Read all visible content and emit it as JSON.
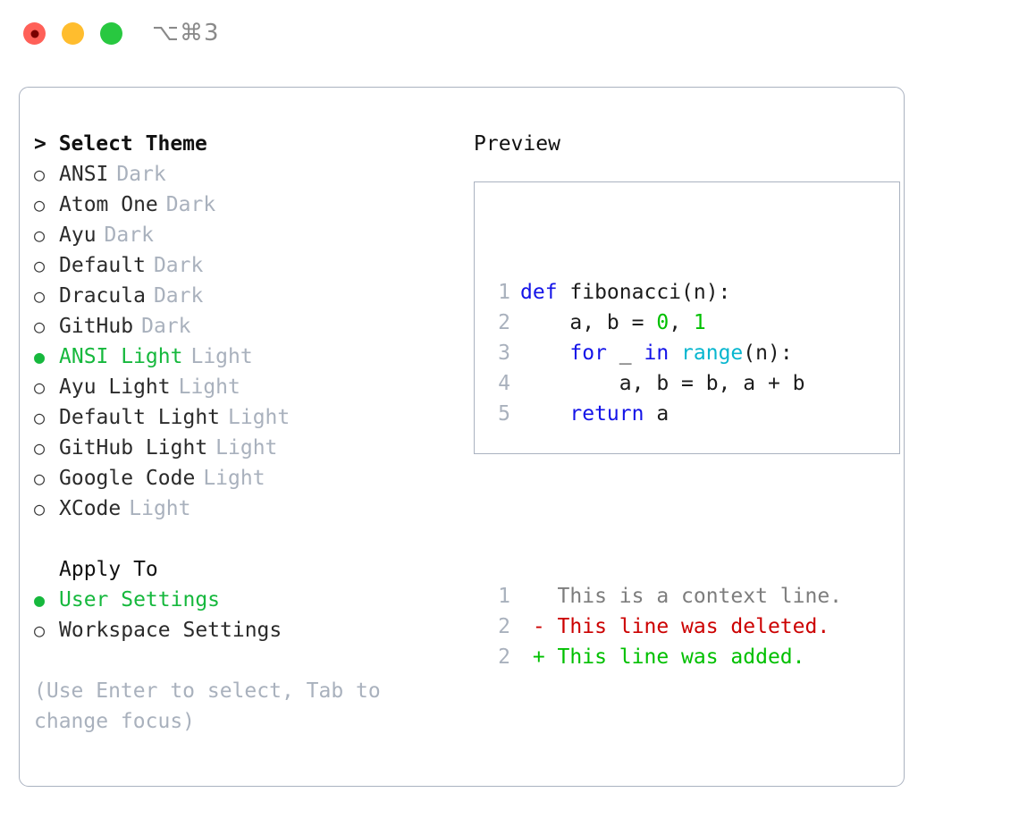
{
  "titlebar": {
    "buttons": [
      {
        "name": "close-button",
        "color": "#ff6058"
      },
      {
        "name": "minimize-button",
        "color": "#ffbd2e"
      },
      {
        "name": "maximize-button",
        "color": "#28c840"
      }
    ],
    "shortcut": "⌥⌘3"
  },
  "theme_picker": {
    "heading": "> Select Theme",
    "options": [
      {
        "bullet": "○",
        "name": "ANSI",
        "mode": "Dark",
        "selected": false
      },
      {
        "bullet": "○",
        "name": "Atom One",
        "mode": "Dark",
        "selected": false
      },
      {
        "bullet": "○",
        "name": "Ayu",
        "mode": "Dark",
        "selected": false
      },
      {
        "bullet": "○",
        "name": "Default",
        "mode": "Dark",
        "selected": false
      },
      {
        "bullet": "○",
        "name": "Dracula",
        "mode": "Dark",
        "selected": false
      },
      {
        "bullet": "○",
        "name": "GitHub",
        "mode": "Dark",
        "selected": false
      },
      {
        "bullet": "●",
        "name": "ANSI Light",
        "mode": "Light",
        "selected": true
      },
      {
        "bullet": "○",
        "name": "Ayu Light",
        "mode": "Light",
        "selected": false
      },
      {
        "bullet": "○",
        "name": "Default Light",
        "mode": "Light",
        "selected": false
      },
      {
        "bullet": "○",
        "name": "GitHub Light",
        "mode": "Light",
        "selected": false
      },
      {
        "bullet": "○",
        "name": "Google Code",
        "mode": "Light",
        "selected": false
      },
      {
        "bullet": "○",
        "name": "XCode",
        "mode": "Light",
        "selected": false
      }
    ]
  },
  "apply_to": {
    "heading": "Apply To",
    "options": [
      {
        "bullet": "●",
        "name": "User Settings",
        "selected": true
      },
      {
        "bullet": "○",
        "name": "Workspace Settings",
        "selected": false
      }
    ]
  },
  "hint": "(Use Enter to select, Tab to change focus)",
  "preview": {
    "heading": "Preview",
    "code_lines": [
      {
        "num": "1",
        "tokens": [
          {
            "t": "def",
            "c": "kw"
          },
          {
            "t": " fibonacci(n):",
            "c": "plain"
          }
        ]
      },
      {
        "num": "2",
        "tokens": [
          {
            "t": "    a, b = ",
            "c": "plain"
          },
          {
            "t": "0",
            "c": "num"
          },
          {
            "t": ", ",
            "c": "plain"
          },
          {
            "t": "1",
            "c": "num"
          }
        ]
      },
      {
        "num": "3",
        "tokens": [
          {
            "t": "    ",
            "c": "plain"
          },
          {
            "t": "for",
            "c": "kw"
          },
          {
            "t": " _ ",
            "c": "plain"
          },
          {
            "t": "in",
            "c": "kw"
          },
          {
            "t": " ",
            "c": "plain"
          },
          {
            "t": "range",
            "c": "fn"
          },
          {
            "t": "(n):",
            "c": "plain"
          }
        ]
      },
      {
        "num": "4",
        "tokens": [
          {
            "t": "        a, b = b, a + b",
            "c": "plain"
          }
        ]
      },
      {
        "num": "5",
        "tokens": [
          {
            "t": "    ",
            "c": "plain"
          },
          {
            "t": "return",
            "c": "kw"
          },
          {
            "t": " a",
            "c": "plain"
          }
        ]
      }
    ],
    "diff_lines": [
      {
        "num": "1",
        "tokens": [
          {
            "t": "   This is a context line.",
            "c": "ctx"
          }
        ]
      },
      {
        "num": "2",
        "tokens": [
          {
            "t": " - This line was deleted.",
            "c": "del"
          }
        ]
      },
      {
        "num": "2",
        "tokens": [
          {
            "t": " + This line was added.",
            "c": "add"
          }
        ]
      }
    ]
  },
  "colors": {
    "panel_border": "#aab2c0",
    "accent_green": "#16b83d",
    "muted": "#a9b1bd",
    "keyword_blue": "#1414e8",
    "function_cyan": "#06b6cf",
    "number_green": "#00c000",
    "diff_delete_red": "#cc0000",
    "diff_add_green": "#00c000"
  }
}
